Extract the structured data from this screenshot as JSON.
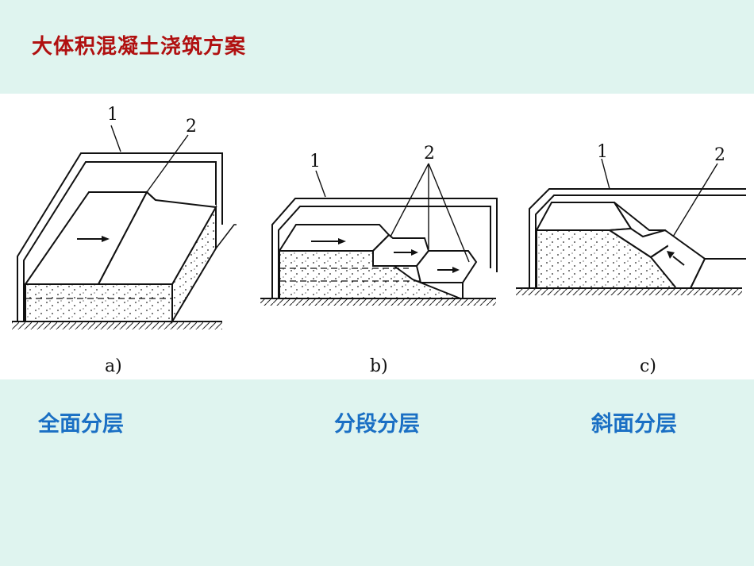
{
  "title": "大体积混凝土浇筑方案",
  "figures": {
    "a": {
      "sub_label": "a)",
      "labels": [
        "1",
        "2"
      ],
      "caption": "全面分层"
    },
    "b": {
      "sub_label": "b)",
      "labels": [
        "1",
        "2"
      ],
      "caption": "分段分层"
    },
    "c": {
      "sub_label": "c)",
      "labels": [
        "1",
        "2"
      ],
      "caption": "斜面分层"
    }
  }
}
